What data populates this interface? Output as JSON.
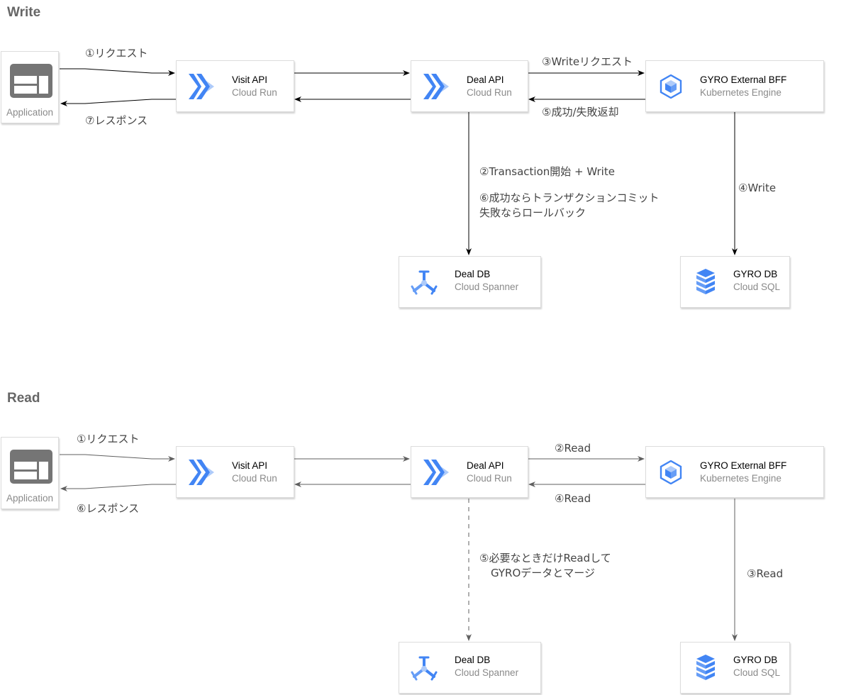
{
  "write": {
    "title": "Write",
    "application": {
      "label": "Application",
      "icon": "application-window-icon"
    },
    "visit_api": {
      "name": "Visit API",
      "service": "Cloud Run",
      "icon": "cloud-run-icon"
    },
    "deal_api": {
      "name": "Deal API",
      "service": "Cloud Run",
      "icon": "cloud-run-icon"
    },
    "gyro_bff": {
      "name": "GYRO External BFF",
      "service": "Kubernetes Engine",
      "icon": "kubernetes-engine-icon"
    },
    "deal_db": {
      "name": "Deal DB",
      "service": "Cloud Spanner",
      "icon": "cloud-spanner-icon"
    },
    "gyro_db": {
      "name": "GYRO DB",
      "service": "Cloud SQL",
      "icon": "cloud-sql-icon"
    },
    "labels": {
      "request": "①リクエスト",
      "response": "⑦レスポンス",
      "write_request": "③Writeリクエスト",
      "success_fail_return": "⑤成功/失敗返却",
      "transaction_begin": "②Transaction開始 + Write",
      "commit_line1": "⑥成功ならトランザクションコミット",
      "commit_line2": "失敗ならロールバック",
      "gyro_write": "④Write"
    }
  },
  "read": {
    "title": "Read",
    "application": {
      "label": "Application",
      "icon": "application-window-icon"
    },
    "visit_api": {
      "name": "Visit API",
      "service": "Cloud Run",
      "icon": "cloud-run-icon"
    },
    "deal_api": {
      "name": "Deal API",
      "service": "Cloud Run",
      "icon": "cloud-run-icon"
    },
    "gyro_bff": {
      "name": "GYRO External BFF",
      "service": "Kubernetes Engine",
      "icon": "kubernetes-engine-icon"
    },
    "deal_db": {
      "name": "Deal DB",
      "service": "Cloud Spanner",
      "icon": "cloud-spanner-icon"
    },
    "gyro_db": {
      "name": "GYRO DB",
      "service": "Cloud SQL",
      "icon": "cloud-sql-icon"
    },
    "labels": {
      "request": "①リクエスト",
      "response": "⑥レスポンス",
      "read_request": "②Read",
      "read_return": "④Read",
      "gyro_read": "③Read",
      "merge_line1": "⑤必要なときだけReadして",
      "merge_line2": "GYROデータとマージ"
    }
  },
  "colors": {
    "cloud_run_blue": "#4285f4",
    "cloud_run_light": "#aecbfa",
    "app_icon_gray": "#757575",
    "write_arrow": "#000000",
    "read_arrow": "#5f5f5f"
  }
}
